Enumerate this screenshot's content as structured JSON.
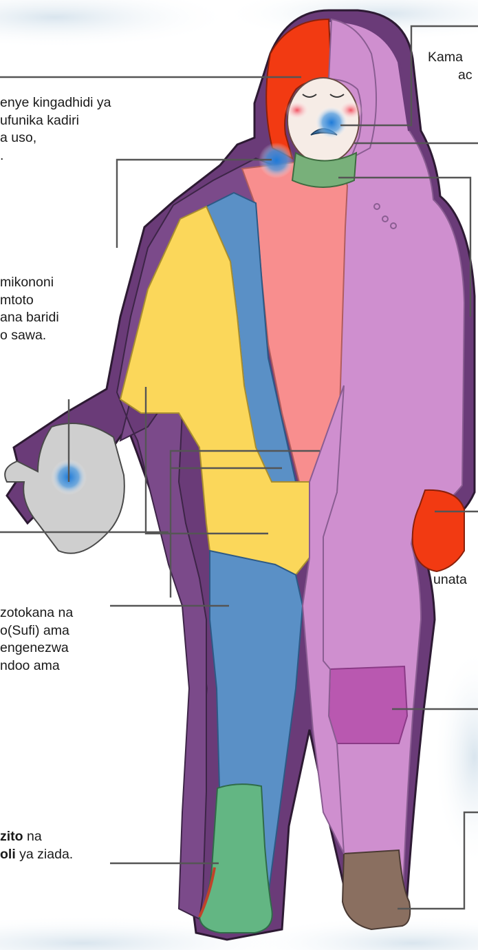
{
  "labels": {
    "hood_text": {
      "line1": "enye kingadhidi ya",
      "line2": "ufunika kadiri",
      "line3": "a uso,",
      "line4": "."
    },
    "mitten_text": {
      "line1": "mikononi",
      "line2": "mtoto",
      "line3": "ana baridi",
      "line4": "o sawa."
    },
    "fabric_text": {
      "line1": "zotokana na",
      "line2": "o(Sufi) ama",
      "line3": "engenezwa",
      "line4": "ndoo ama"
    },
    "boots_text": {
      "line1_bold": "zito",
      "line1_rest": " na",
      "line2_bold": "oli",
      "line2_rest": " ya ziada."
    },
    "top_right_text": {
      "line1": "Kama",
      "line2": "ac"
    },
    "right_mid_text": {
      "line1": "unata"
    }
  },
  "colors": {
    "background_snow": "#e6eef4",
    "outline_purple": "#6a3b78",
    "lilac_suit": "#cf8fcf",
    "hood_red": "#f23a12",
    "coral_shirt": "#f88e8e",
    "blue_layer": "#5a90c6",
    "yellow_layer": "#fbd75a",
    "green_collar": "#78b07a",
    "grey_mitten": "#cfcfcf",
    "knee_patch": "#b958b0",
    "brown_boot": "#8a6f60",
    "green_boot": "#63b683",
    "cold_spot_blue": "#1e7ad8",
    "callout_line": "#555555"
  }
}
